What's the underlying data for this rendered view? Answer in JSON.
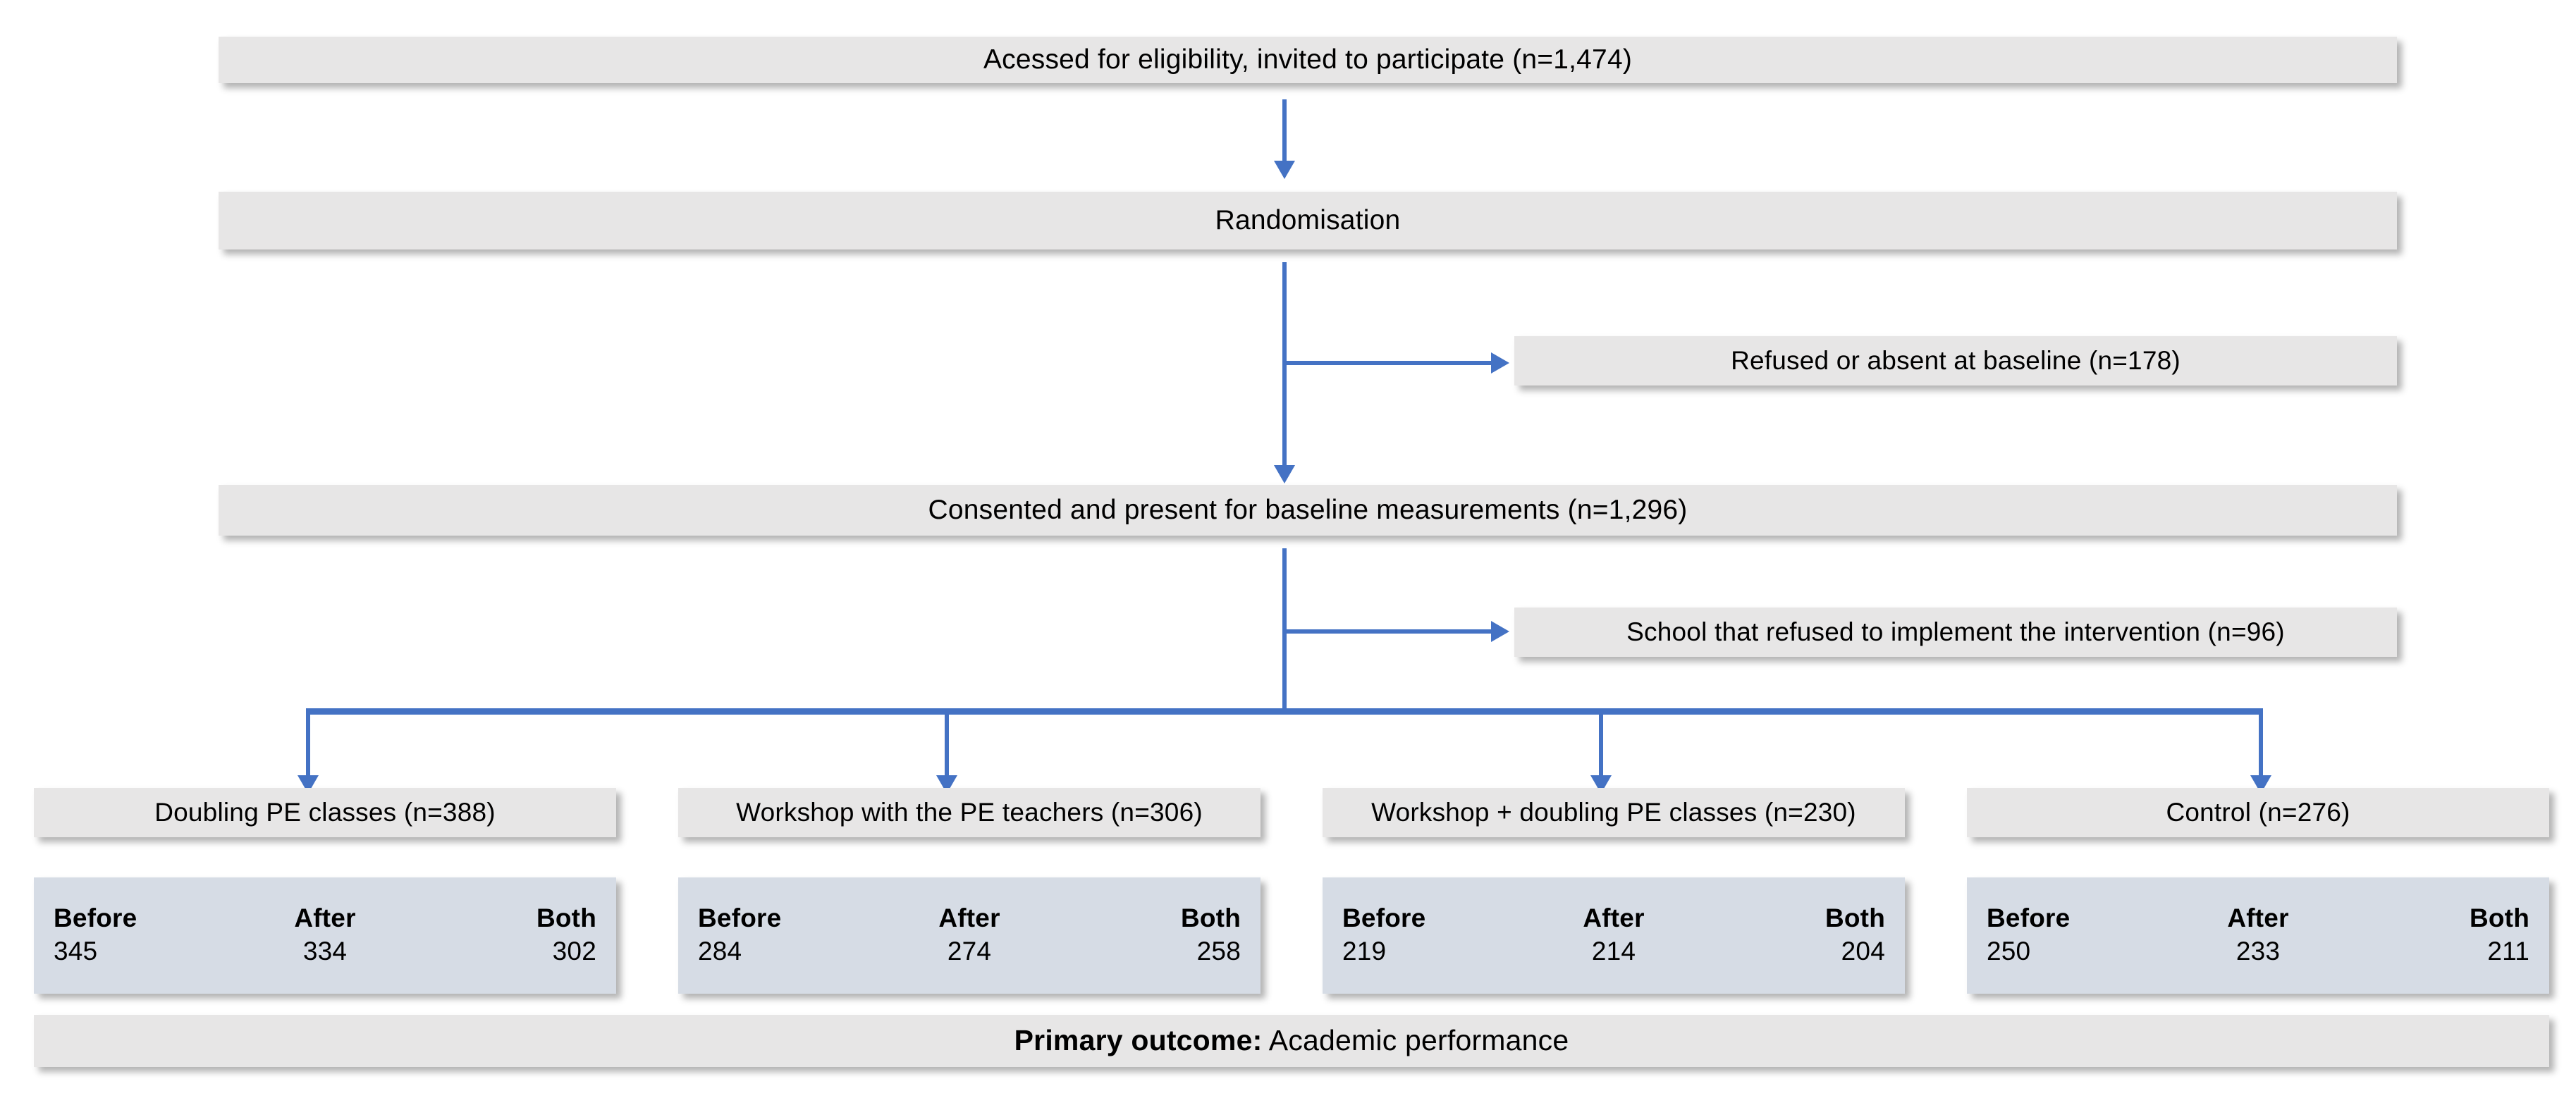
{
  "diagram": {
    "title": "CONSORT participant flow diagram",
    "colors": {
      "connector": "#4472C4",
      "box_fill": "#E7E6E6",
      "data_box_fill": "#D6DCE5",
      "text": "#000000",
      "background": "#FFFFFF"
    }
  },
  "nodes": {
    "eligibility": "Acessed for eligibility, invited to participate (n=1,474)",
    "randomisation": "Randomisation",
    "refused_baseline": "Refused or absent at baseline (n=178)",
    "consented": "Consented and present for baseline measurements (n=1,296)",
    "school_refused": "School that refused to implement the intervention (n=96)"
  },
  "arms": [
    {
      "label": "Doubling PE classes (n=388)"
    },
    {
      "label": "Workshop with the PE teachers (n=306)"
    },
    {
      "label": "Workshop + doubling PE classes (n=230)"
    },
    {
      "label": "Control (n=276)"
    }
  ],
  "data_headers": {
    "before": "Before",
    "after": "After",
    "both": "Both"
  },
  "arm_data": [
    {
      "before": "345",
      "after": "334",
      "both": "302"
    },
    {
      "before": "284",
      "after": "274",
      "both": "258"
    },
    {
      "before": "219",
      "after": "214",
      "both": "204"
    },
    {
      "before": "250",
      "after": "233",
      "both": "211"
    }
  ],
  "outcome": {
    "label": "Primary outcome:",
    "value": " Academic performance"
  },
  "chart_data": {
    "type": "table",
    "title": "Participant flow",
    "categories": [
      "Doubling PE classes",
      "Workshop with the PE teachers",
      "Workshop + doubling PE classes",
      "Control"
    ],
    "allocated": [
      388,
      306,
      230,
      276
    ],
    "series": [
      {
        "name": "Before",
        "values": [
          345,
          284,
          219,
          250
        ]
      },
      {
        "name": "After",
        "values": [
          334,
          274,
          214,
          233
        ]
      },
      {
        "name": "Both",
        "values": [
          302,
          258,
          204,
          211
        ]
      }
    ],
    "flow": [
      {
        "stage": "Acessed for eligibility, invited to participate",
        "n": 1474
      },
      {
        "stage": "Randomisation",
        "n": null
      },
      {
        "stage": "Refused or absent at baseline",
        "n": 178
      },
      {
        "stage": "Consented and present for baseline measurements",
        "n": 1296
      },
      {
        "stage": "School that refused to implement the intervention",
        "n": 96
      }
    ]
  }
}
